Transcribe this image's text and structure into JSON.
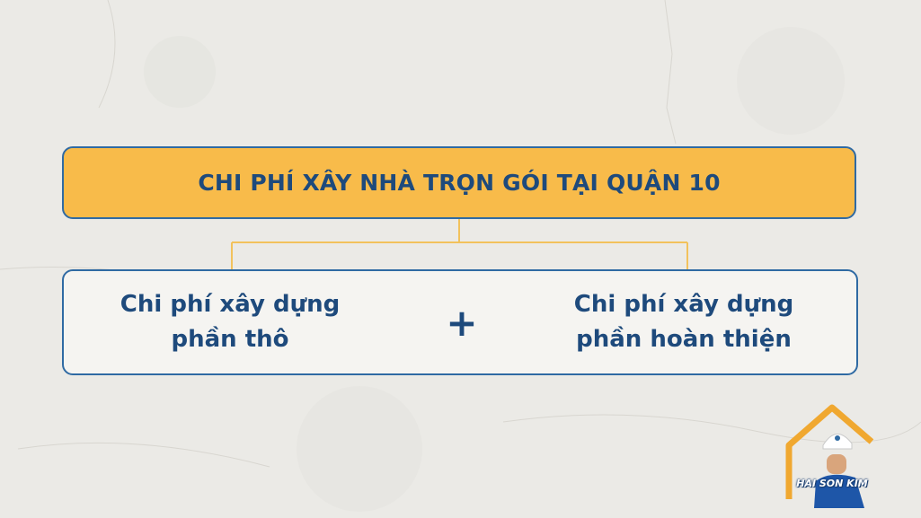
{
  "title": "CHI PHÍ XÂY NHÀ TRỌN GÓI TẠI QUẬN 10",
  "items": [
    {
      "label": "Chi phí xây dựng\nphần thô"
    },
    {
      "label": "Chi phí xây dựng\nphần hoàn thiện"
    }
  ],
  "operator": "+",
  "brand": {
    "name": "HAI SON KIM"
  },
  "colors": {
    "accent": "#f8bb4a",
    "border": "#2f6aa3",
    "text": "#1e4a7c",
    "connector": "#f2c25c"
  }
}
